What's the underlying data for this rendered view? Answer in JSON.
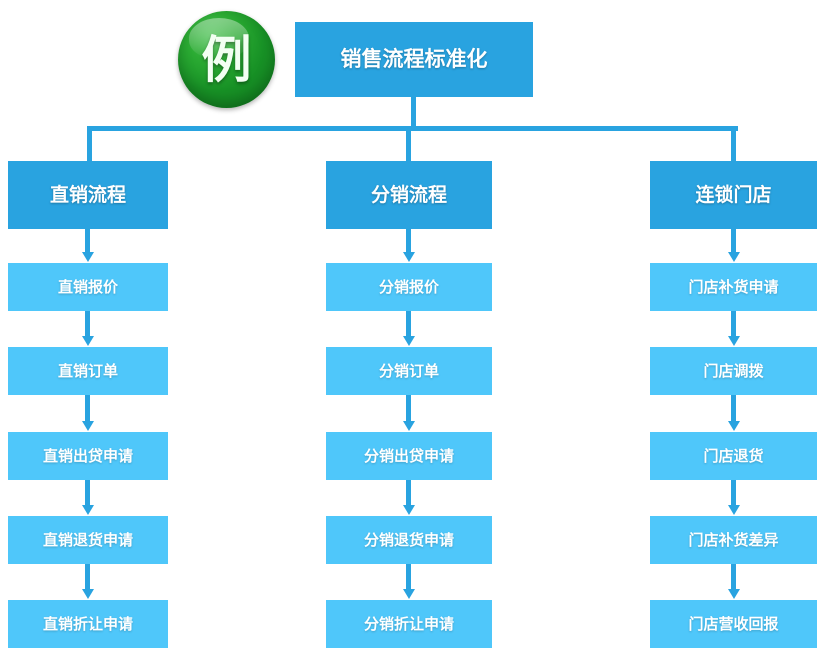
{
  "badge": {
    "label": "例",
    "color": "#1e9e2e"
  },
  "theme": {
    "header_blue": "#29a3e0",
    "step_blue": "#4fc7fa",
    "connector_blue": "#29a3e0",
    "text_color": "#ffffff",
    "background": "#ffffff"
  },
  "root": {
    "label": "销售流程标准化"
  },
  "columns": [
    {
      "header": "直销流程",
      "steps": [
        "直销报价",
        "直销订单",
        "直销出贷申请",
        "直销退货申请",
        "直销折让申请"
      ]
    },
    {
      "header": "分销流程",
      "steps": [
        "分销报价",
        "分销订单",
        "分销出贷申请",
        "分销退货申请",
        "分销折让申请"
      ]
    },
    {
      "header": "连锁门店",
      "steps": [
        "门店补货申请",
        "门店调拨",
        "门店退货",
        "门店补货差异",
        "门店营收回报"
      ]
    }
  ]
}
